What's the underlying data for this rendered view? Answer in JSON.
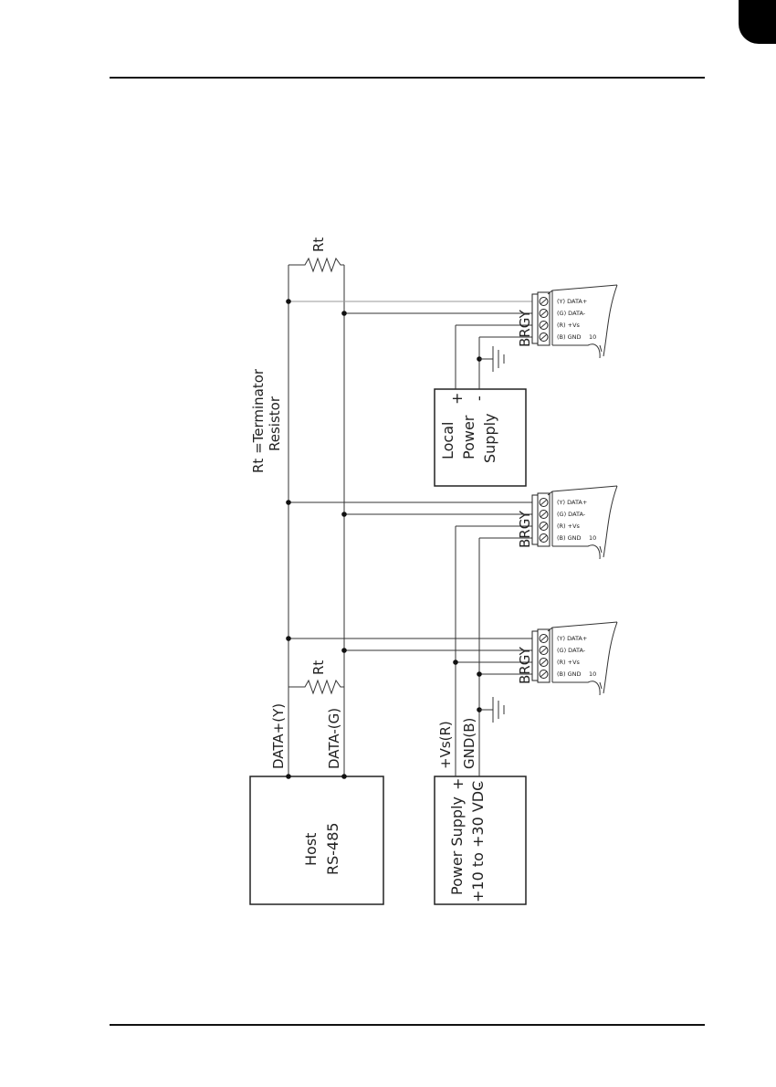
{
  "diagram": {
    "legend": [
      "Rt =Terminator",
      "Resistor"
    ],
    "resistor_label": "Rt",
    "host": {
      "line1": "Host",
      "line2": "RS-485"
    },
    "bus": {
      "data_plus": "DATA+(Y)",
      "data_minus": "DATA-(G)"
    },
    "main_supply": {
      "line1": "Power Supply",
      "line2": "+10 to +30 VDC",
      "plus": "+",
      "minus": "-",
      "vs_label": "+Vs(R)",
      "gnd_label": "GND(B)"
    },
    "local_supply": {
      "lines": [
        "Local",
        "Power",
        "Supply"
      ],
      "plus": "+",
      "minus": "-"
    },
    "module": {
      "wire_letters": "BRGY",
      "pins": [
        "(Y) DATA+",
        "(G) DATA-",
        "(R) +Vs",
        "(B) GND"
      ],
      "pin_no": "10"
    }
  }
}
